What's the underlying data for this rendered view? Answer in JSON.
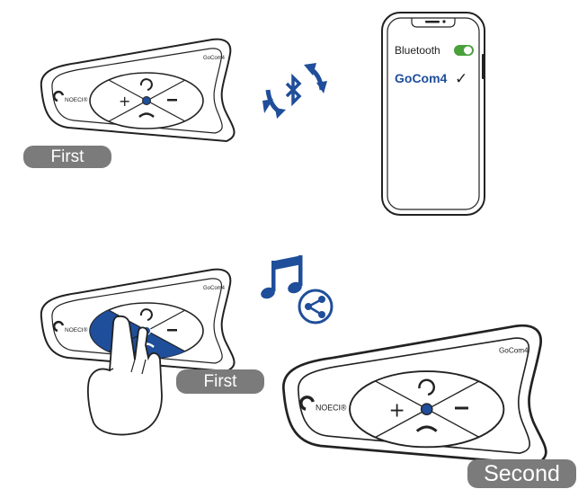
{
  "device": {
    "model_label": "GoCom4",
    "brand_label": "NOECI®"
  },
  "phone": {
    "bluetooth_label": "Bluetooth",
    "bluetooth_on": true,
    "paired_device_label": "GoCom4",
    "checkmark": "✓"
  },
  "steps": {
    "first_label": "First",
    "first_label_2": "First",
    "second_label": "Second"
  },
  "icons": {
    "bluetooth": "bluetooth-icon",
    "music": "music-note-icon",
    "share": "share-icon",
    "phone": "phone-icon",
    "voice": "voice-command-icon",
    "plus": "plus-icon",
    "minus": "minus-icon",
    "hand": "hand-icon"
  },
  "colors": {
    "accent_blue": "#1f4e9a",
    "toggle_green": "#4aa13c",
    "pill_gray": "#7b7b7b",
    "outline": "#222222"
  }
}
